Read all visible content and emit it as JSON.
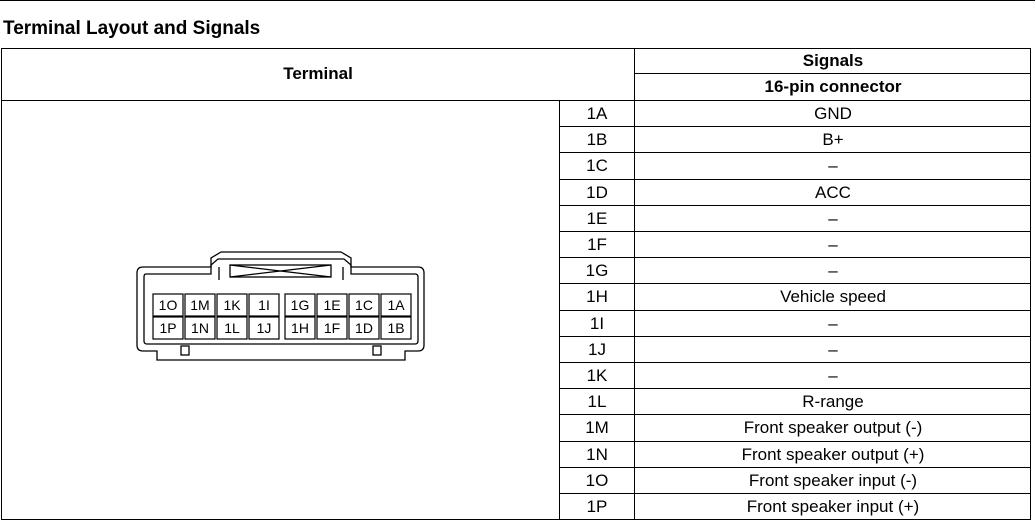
{
  "heading": "Terminal Layout and Signals",
  "table": {
    "col_terminal": "Terminal",
    "col_signals": "Signals",
    "col_connector": "16-pin connector",
    "rows": [
      {
        "pin": "1A",
        "signal": "GND"
      },
      {
        "pin": "1B",
        "signal": "B+"
      },
      {
        "pin": "1C",
        "signal": "–"
      },
      {
        "pin": "1D",
        "signal": "ACC"
      },
      {
        "pin": "1E",
        "signal": "–"
      },
      {
        "pin": "1F",
        "signal": "–"
      },
      {
        "pin": "1G",
        "signal": "–"
      },
      {
        "pin": "1H",
        "signal": "Vehicle speed"
      },
      {
        "pin": "1I",
        "signal": "–"
      },
      {
        "pin": "1J",
        "signal": "–"
      },
      {
        "pin": "1K",
        "signal": "–"
      },
      {
        "pin": "1L",
        "signal": "R-range"
      },
      {
        "pin": "1M",
        "signal": "Front speaker output (-)"
      },
      {
        "pin": "1N",
        "signal": "Front speaker output (+)"
      },
      {
        "pin": "1O",
        "signal": "Front speaker input (-)"
      },
      {
        "pin": "1P",
        "signal": "Front speaker input (+)"
      }
    ]
  },
  "connector": {
    "top_row": [
      "1O",
      "1M",
      "1K",
      "1I",
      "1G",
      "1E",
      "1C",
      "1A"
    ],
    "bottom_row": [
      "1P",
      "1N",
      "1L",
      "1J",
      "1H",
      "1F",
      "1D",
      "1B"
    ]
  }
}
